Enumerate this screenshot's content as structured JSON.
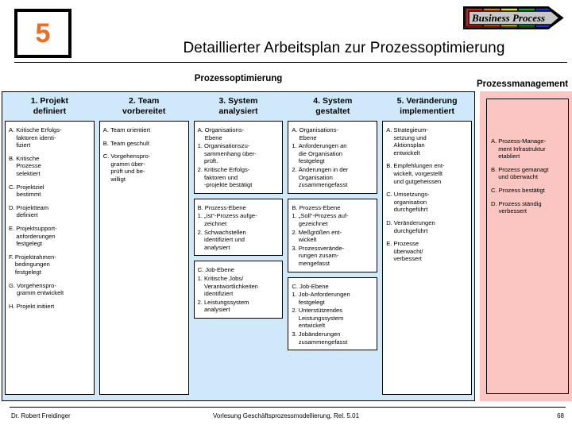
{
  "header": {
    "slide_number": "5",
    "title": "Detaillierter Arbeitsplan zur Prozessoptimierung",
    "logo_text": "Business Process",
    "logo_colors": [
      "#d81f16",
      "#e8760f",
      "#ece11a",
      "#19a33a",
      "#1936c9"
    ]
  },
  "sections": {
    "left_caption": "Prozessoptimierung",
    "right_caption": "Prozessmanagement"
  },
  "colors": {
    "panel_blue": "#cfe9fb",
    "panel_pink": "#fbc5c2",
    "number_orange": "#ef6c23"
  },
  "columns": [
    {
      "head_line1": "1. Projekt",
      "head_line2": "definiert",
      "cards": [
        {
          "items": [
            {
              "marker": "A.",
              "text": "Kritische Erfolgs-\nfaktoren identi-\nfiziert"
            },
            {
              "marker": "B.",
              "text": "Kritische\n Prozesse\nselektiert"
            },
            {
              "marker": "C.",
              "text": "Projektziel\n bestimmt"
            },
            {
              "marker": "D.",
              "text": "Projektteam\n definiert"
            },
            {
              "marker": "E.",
              "text": "Projektsupport-\nanforderungen\nfestgelegt"
            },
            {
              "marker": "F.",
              "text": "Projektrahmen-\nbedingungen\nfestgelegt"
            },
            {
              "marker": "G.",
              "text": "Vorgehenspro-\ngramm entwickelt"
            },
            {
              "marker": "H.",
              "text": "Projekt initiiert"
            }
          ]
        }
      ]
    },
    {
      "head_line1": "2. Team",
      "head_line2": "vorbereitet",
      "cards": [
        {
          "items": [
            {
              "marker": "A.",
              "text": "Team orientiert"
            },
            {
              "marker": "B.",
              "text": "Team geschult"
            },
            {
              "marker": "C.",
              "text": "Vorgehenspro-\ngramm über-\nprüft und be-\nwilligt"
            }
          ]
        }
      ]
    },
    {
      "head_line1": "3. System",
      "head_line2": "analysiert",
      "cards": [
        {
          "items": [
            {
              "marker": "A.",
              "text": "Organisations-\nEbene"
            },
            {
              "marker": "1.",
              "text": "Organisationszu-\nsammenhang über-\nprüft."
            },
            {
              "marker": "2.",
              "text": "Kritische Erfolgs-\nfaktoren und\n-projekte bestätigt"
            }
          ]
        },
        {
          "items": [
            {
              "marker": "B.",
              "text": "Prozess-Ebene"
            },
            {
              "marker": "1.",
              "text": "„Ist“-Prozess aufge-\nzeichnet"
            },
            {
              "marker": "2.",
              "text": "Schwachstellen\nidentifiziert und\nanalysiert"
            }
          ]
        },
        {
          "items": [
            {
              "marker": "C.",
              "text": "Job-Ebene"
            },
            {
              "marker": "1.",
              "text": "Kritische Jobs/\nVerantwortlichkeiten\nidentifiziert"
            },
            {
              "marker": "2.",
              "text": "Leistungssystem\nanalysiert"
            }
          ]
        }
      ]
    },
    {
      "head_line1": "4. System",
      "head_line2": "gestaltet",
      "cards": [
        {
          "items": [
            {
              "marker": "A.",
              "text": "Organisations-\nEbene"
            },
            {
              "marker": "1.",
              "text": "Anforderungen an\ndie Organisation\nfestgelegt"
            },
            {
              "marker": "2.",
              "text": "Änderungen in der\nOrganisation\nzusammengefasst"
            }
          ]
        },
        {
          "items": [
            {
              "marker": "B.",
              "text": "Prozess-Ebene"
            },
            {
              "marker": "1.",
              "text": "„Soll“-Prozess auf-\ngezeichnet"
            },
            {
              "marker": "2.",
              "text": "Meßgrößen ent-\nwickelt"
            },
            {
              "marker": "3.",
              "text": "Prozessverände-\nrungen zusam-\nmengefasst"
            }
          ]
        },
        {
          "items": [
            {
              "marker": "C.",
              "text": "Job-Ebene"
            },
            {
              "marker": "1.",
              "text": "Job-Anforderungen\nfestgelegt"
            },
            {
              "marker": "2.",
              "text": "Unterstützendes\nLeistungssystem\nentwickelt"
            },
            {
              "marker": "3.",
              "text": "Jobänderungen\nzusammengefasst"
            }
          ]
        }
      ]
    },
    {
      "head_line1": "5. Veränderung",
      "head_line2": "implementiert",
      "cards": [
        {
          "items": [
            {
              "marker": "A.",
              "text": "Strategieum-\nsetzung und\nAktionsplan\nentwickelt"
            },
            {
              "marker": "B.",
              "text": "Empfehlungen ent-\nwickelt, vorgestellt\nund gutgeheissen"
            },
            {
              "marker": "C.",
              "text": "Umsetzungs-\norganisation\ndurchgeführt"
            },
            {
              "marker": "D.",
              "text": "Veränderungen\ndurchgeführt"
            },
            {
              "marker": "E.",
              "text": "Prozesse\nüberwacht/\nverbessert"
            }
          ]
        }
      ]
    }
  ],
  "pink_column": {
    "items": [
      {
        "marker": "A.",
        "text": "Prozess-Manage-\nment Infrastruktur\netabliert"
      },
      {
        "marker": "B.",
        "text": "Prozess gemanagt\nund überwacht"
      },
      {
        "marker": "C.",
        "text": "Prozess bestätigt"
      },
      {
        "marker": "D.",
        "text": "Prozess ständig\nverbessert"
      }
    ]
  },
  "footer": {
    "author": "Dr. Robert Freidinger",
    "course": "Vorlesung Geschäftsprozessmodellierung, Rel. 5.01",
    "page": "68"
  }
}
